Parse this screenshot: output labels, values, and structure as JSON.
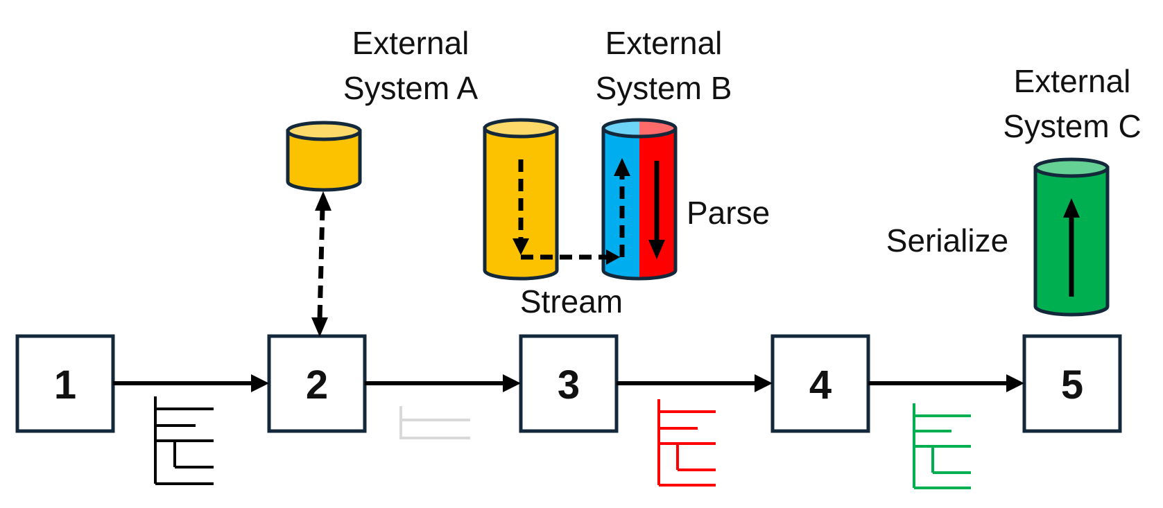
{
  "steps": [
    "1",
    "2",
    "3",
    "4",
    "5"
  ],
  "systems": {
    "a": {
      "line1": "External",
      "line2": "System A"
    },
    "b": {
      "line1": "External",
      "line2": "System B"
    },
    "c": {
      "line1": "External",
      "line2": "System C"
    }
  },
  "operations": {
    "stream": "Stream",
    "parse": "Parse",
    "serialize": "Serialize"
  },
  "colors": {
    "stroke": "#13283a",
    "yellow": "#fcc200",
    "yellow_top": "#fdd96a",
    "blue": "#00aeef",
    "blue_top": "#6dd3f7",
    "red": "#ff0000",
    "red_top": "#ff6b6b",
    "green": "#00b050",
    "green_top": "#66d195",
    "tree_black": "#000000",
    "tree_gray": "#d9d9d9",
    "tree_red": "#ff0000",
    "tree_green": "#00b050"
  }
}
